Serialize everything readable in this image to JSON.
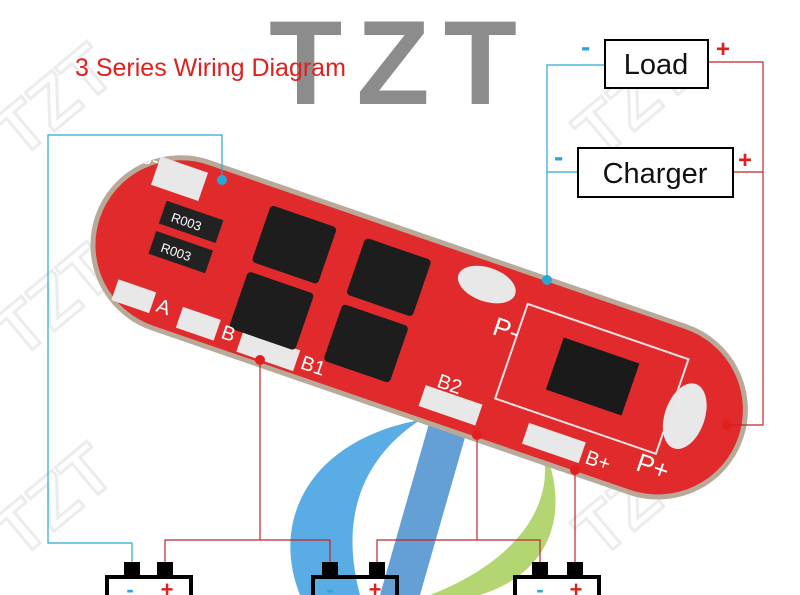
{
  "title": "3 Series Wiring Diagram",
  "logo_text": "TZT",
  "watermark_text": "TZT",
  "load": {
    "label": "Load",
    "minus": "-",
    "plus": "+"
  },
  "charger": {
    "label": "Charger",
    "minus": "-",
    "plus": "+"
  },
  "board": {
    "pads": {
      "b_minus": "B-",
      "a": "A",
      "b": "B",
      "b1": "B1",
      "b2": "B2",
      "p_minus": "P-",
      "p_plus": "P+",
      "b_plus": "B+"
    },
    "resistor_marking": "R003"
  },
  "batteries": [
    {
      "minus": "-",
      "plus": "+"
    },
    {
      "minus": "-",
      "plus": "+"
    },
    {
      "minus": "-",
      "plus": "+"
    }
  ],
  "colors": {
    "title": "#e0201c",
    "board": "#e5252a",
    "negative_wire": "#2aa6d6",
    "positive_wire": "#c0262b",
    "logo": "#8c8c8c"
  }
}
